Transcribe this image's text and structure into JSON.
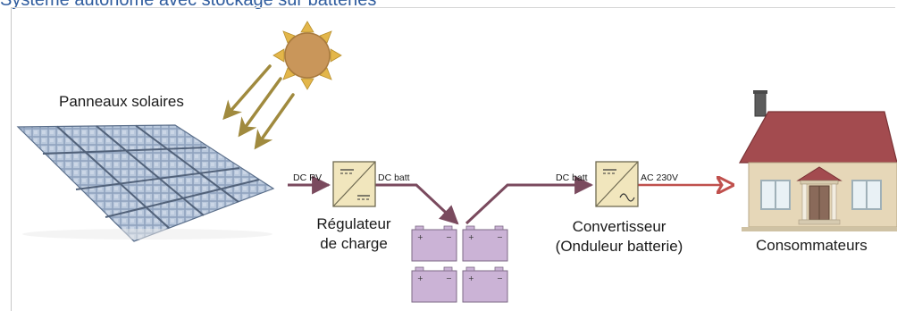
{
  "title": "Système autonome avec stockage sur batteries",
  "components": {
    "solar_panels": "Panneaux solaires",
    "regulator_line1": "Régulateur",
    "regulator_line2": "de charge",
    "inverter_line1": "Convertisseur",
    "inverter_line2": "(Onduleur batterie)",
    "consumers": "Consommateurs"
  },
  "wires": {
    "dc_pv": "DC PV",
    "dc_batt_out": "DC batt",
    "dc_batt_in": "DC batt",
    "ac_out": "AC 230V"
  },
  "colors": {
    "title": "#2f5c9e",
    "wire_dc": "#7a4a5e",
    "wire_ac": "#c0504d",
    "sun": "#c9965a",
    "sun_rays": "#a08a3e",
    "battery": "#cbb3d6",
    "roof": "#a34b4f",
    "wall": "#e6d7b8",
    "box": "#f1e6bd"
  }
}
